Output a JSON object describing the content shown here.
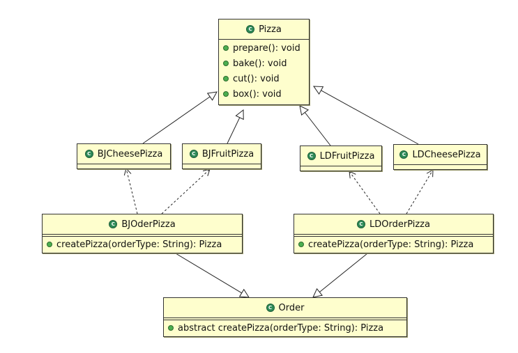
{
  "classes": {
    "pizza": {
      "name": "Pizza",
      "methods": [
        "prepare(): void",
        "bake(): void",
        "cut(): void",
        "box(): void"
      ]
    },
    "bj_cheese": {
      "name": "BJCheesePizza"
    },
    "bj_fruit": {
      "name": "BJFruitPizza"
    },
    "ld_fruit": {
      "name": "LDFruitPizza"
    },
    "ld_cheese": {
      "name": "LDCheesePizza"
    },
    "bj_order": {
      "name": "BJOderPizza",
      "methods": [
        "createPizza(orderType: String): Pizza"
      ]
    },
    "ld_order": {
      "name": "LDOrderPizza",
      "methods": [
        "createPizza(orderType: String): Pizza"
      ]
    },
    "order": {
      "name": "Order",
      "methods": [
        "abstract createPizza(orderType: String): Pizza"
      ]
    }
  },
  "icon": "class-icon",
  "relations": [
    {
      "type": "generalization",
      "from": "bj_cheese",
      "to": "pizza"
    },
    {
      "type": "generalization",
      "from": "bj_fruit",
      "to": "pizza"
    },
    {
      "type": "generalization",
      "from": "ld_fruit",
      "to": "pizza"
    },
    {
      "type": "generalization",
      "from": "ld_cheese",
      "to": "pizza"
    },
    {
      "type": "dependency",
      "from": "bj_order",
      "to": "bj_cheese"
    },
    {
      "type": "dependency",
      "from": "bj_order",
      "to": "bj_fruit"
    },
    {
      "type": "dependency",
      "from": "ld_order",
      "to": "ld_fruit"
    },
    {
      "type": "dependency",
      "from": "ld_order",
      "to": "ld_cheese"
    },
    {
      "type": "generalization",
      "from": "bj_order",
      "to": "order"
    },
    {
      "type": "generalization",
      "from": "ld_order",
      "to": "order"
    }
  ],
  "colors": {
    "fill": "#fefecd",
    "border": "#333333",
    "icon": "#2e8b57",
    "method_dot": "#4caf50"
  }
}
